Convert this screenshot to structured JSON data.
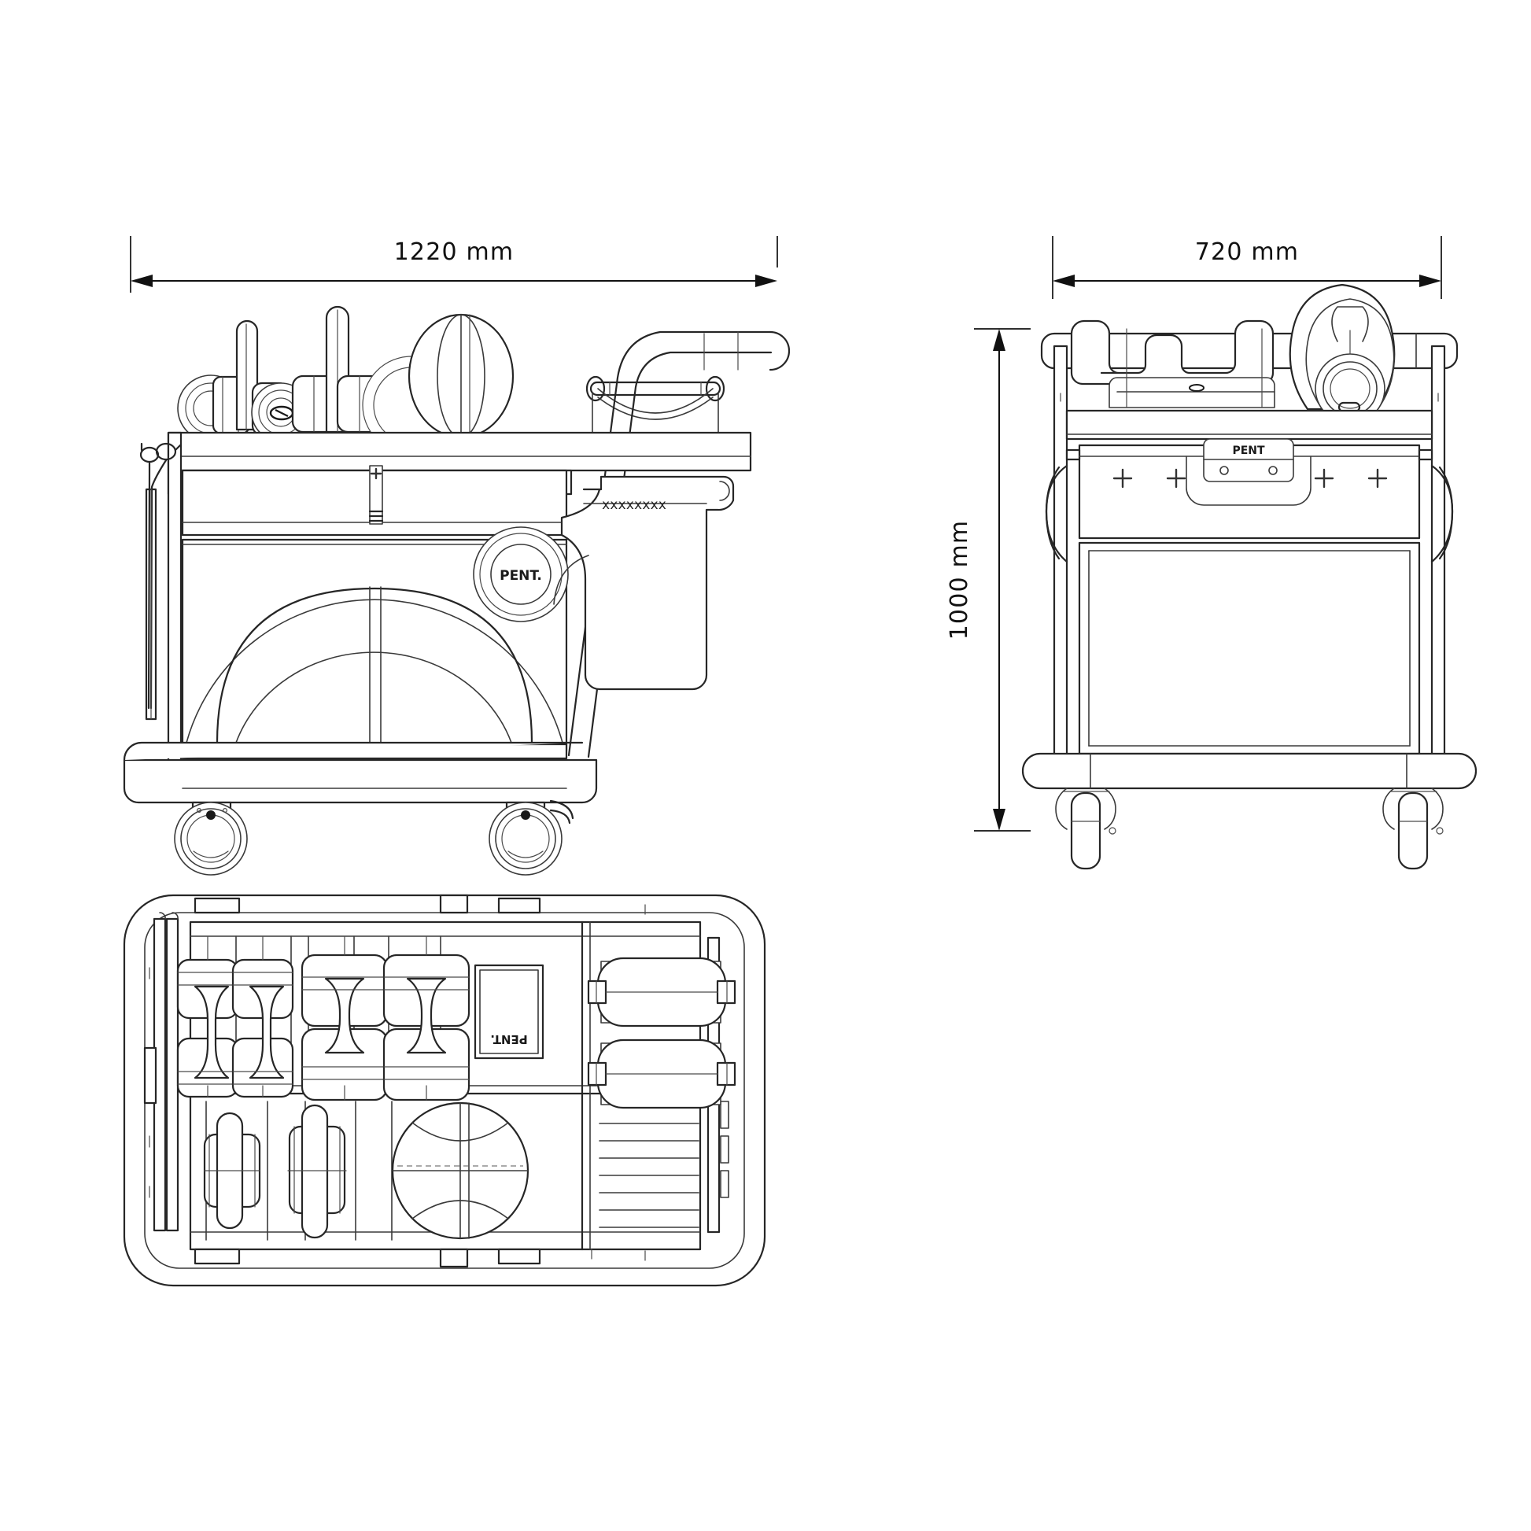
{
  "drawing": {
    "type": "technical-orthographic-drawing",
    "subject": "PENT fitness equipment storage trolley / cart",
    "brand": "PENT.",
    "background_color": "#ffffff",
    "line_color": "#262626",
    "views": [
      {
        "id": "side-elevation",
        "name": "Side elevation (left)",
        "position": "top-left",
        "dimension_label": "1220 mm",
        "dimension_axis": "horizontal",
        "contents": [
          "dumbbell-rack",
          "medicine-ball",
          "foam-roller",
          "push-handle",
          "jump-rope",
          "drawer",
          "cabinet-door",
          "pent-badge",
          "caster-wheels",
          "storage-pouch"
        ]
      },
      {
        "id": "front-elevation",
        "name": "Front elevation (right)",
        "position": "top-right",
        "dimension_label_width": "720 mm",
        "dimension_label_height": "1000 mm",
        "contents": [
          "dumbbell",
          "kettlebell",
          "drawer-panel",
          "pent-badge",
          "side-straps",
          "caster-wheels"
        ]
      },
      {
        "id": "plan-view",
        "name": "Plan / top view",
        "position": "bottom-left",
        "contents": [
          "four-dumbbells",
          "pent-label-plate",
          "two-foam-rollers",
          "two-kettlebells",
          "basketball",
          "slat-tray",
          "side-rails"
        ]
      }
    ]
  },
  "dimensions": {
    "width": {
      "value": "1220 mm",
      "axis": "horizontal",
      "view": "side-elevation"
    },
    "depth": {
      "value": "720 mm",
      "axis": "horizontal",
      "view": "front-elevation"
    },
    "height": {
      "value": "1000 mm",
      "axis": "vertical",
      "view": "front-elevation"
    }
  },
  "labels": {
    "width_1220": "1220 mm",
    "depth_720": "720 mm",
    "height_1000": "1000 mm",
    "brand_badge_side": "PENT.",
    "brand_badge_front": "PENT",
    "brand_plate_top": "PENT.",
    "seam_stitch": "xxxxxxxx"
  },
  "colors": {
    "line": "#262626",
    "thin_line": "#3a3a3a",
    "hidden_line": "#555555",
    "text": "#111111",
    "paper": "#ffffff"
  }
}
